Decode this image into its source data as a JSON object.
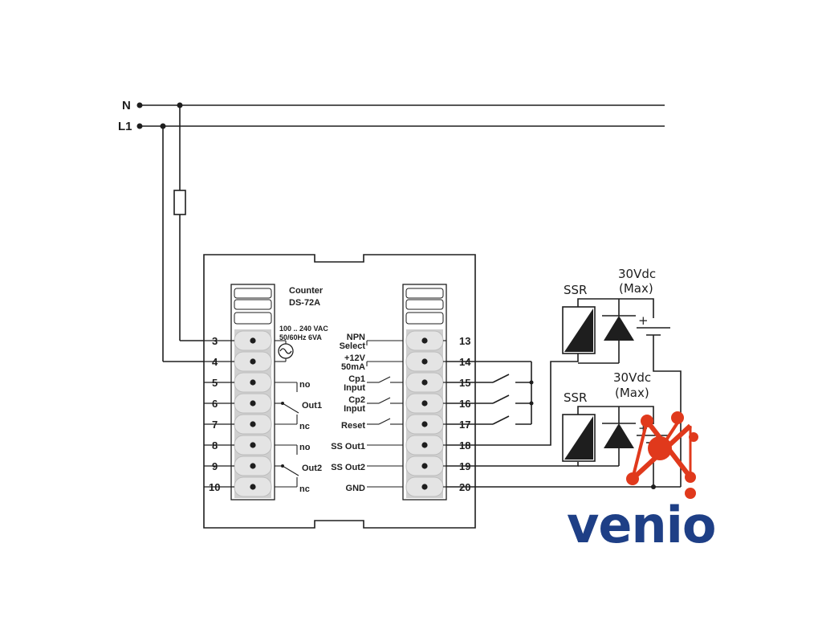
{
  "bus": {
    "n_label": "N",
    "l1_label": "L1"
  },
  "device": {
    "title": "Counter",
    "model": "DS-72A",
    "supply_1": "100 .. 240 VAC",
    "supply_2": "50/60Hz 6VA"
  },
  "left_terminals": [
    "3",
    "4",
    "5",
    "6",
    "7",
    "8",
    "9",
    "10"
  ],
  "right_terminals": [
    "13",
    "14",
    "15",
    "16",
    "17",
    "18",
    "19",
    "20"
  ],
  "relay_labels": {
    "out1_no": "no",
    "out1": "Out1",
    "out1_nc": "nc",
    "out2_no": "no",
    "out2": "Out2",
    "out2_nc": "nc"
  },
  "input_labels": {
    "npn_1": "NPN",
    "npn_2": "Select",
    "v12_1": "+12V",
    "v12_2": "50mA",
    "cp1_1": "Cp1",
    "cp1_2": "Input",
    "cp2_1": "Cp2",
    "cp2_2": "Input",
    "reset": "Reset",
    "ss_out1": "SS Out1",
    "ss_out2": "SS Out2",
    "gnd": "GND"
  },
  "ssr_top": {
    "label": "SSR",
    "voltage": "30Vdc",
    "max": "(Max)"
  },
  "ssr_bottom": {
    "label": "SSR",
    "voltage": "30Vdc",
    "max": "(Max)"
  },
  "logo": {
    "text": "venio",
    "colors": {
      "mark": "#e0391c",
      "text": "#1e3f86"
    }
  }
}
